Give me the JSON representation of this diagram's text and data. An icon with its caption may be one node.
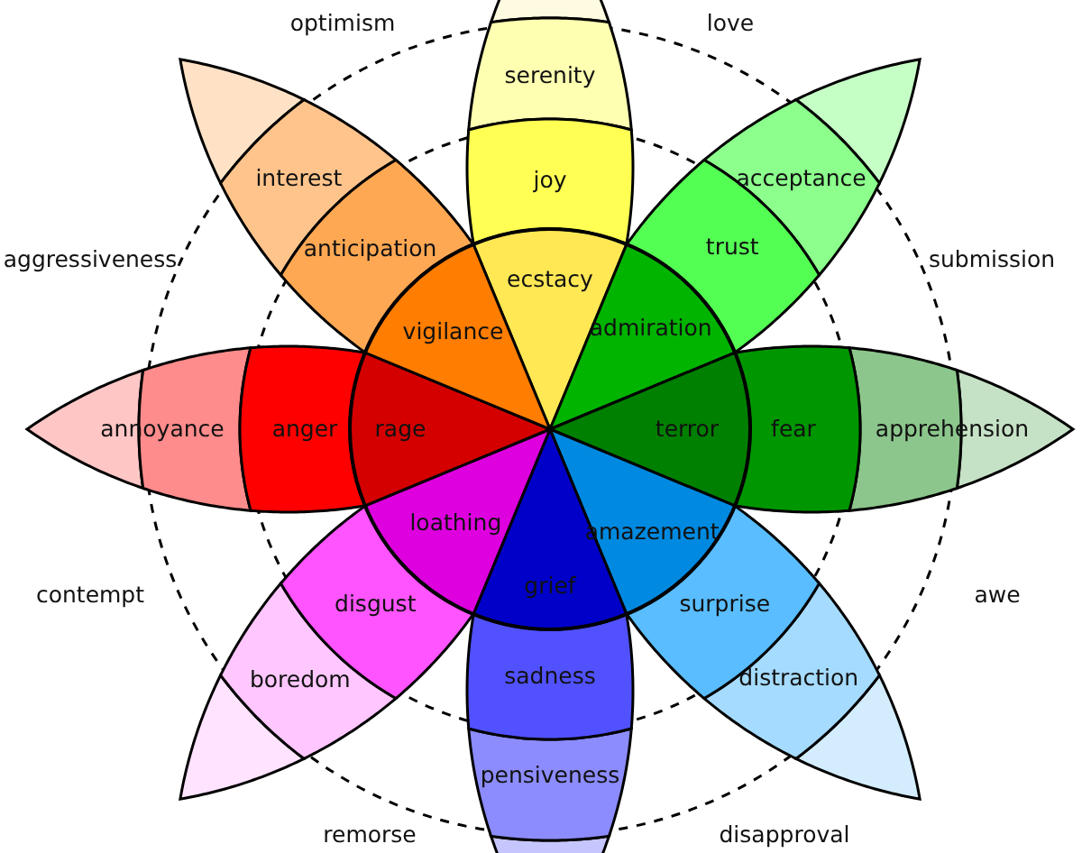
{
  "diagram": {
    "nodes": [
      {
        "text": [
          "serenity"
        ]
      },
      {
        "text": [
          "joy"
        ]
      },
      {
        "text": [
          "ecstacy"
        ]
      },
      {
        "text": [
          "acceptance"
        ]
      },
      {
        "text": [
          "trust"
        ]
      },
      {
        "text": [
          "admiration"
        ]
      },
      {
        "text": [
          "apprehension"
        ]
      },
      {
        "text": [
          "fear"
        ]
      },
      {
        "text": [
          "terror"
        ]
      },
      {
        "text": [
          "distraction"
        ]
      },
      {
        "text": [
          "surprise"
        ]
      },
      {
        "text": [
          "amazement"
        ]
      },
      {
        "text": [
          "pensiveness"
        ]
      },
      {
        "text": [
          "sadness"
        ]
      },
      {
        "text": [
          "grief"
        ]
      },
      {
        "text": [
          "boredom"
        ]
      },
      {
        "text": [
          "disgust"
        ]
      },
      {
        "text": [
          "loathing"
        ]
      },
      {
        "text": [
          "annoyance"
        ]
      },
      {
        "text": [
          "anger"
        ]
      },
      {
        "text": [
          "rage"
        ]
      },
      {
        "text": [
          "interest"
        ]
      },
      {
        "text": [
          "anticipation"
        ]
      },
      {
        "text": [
          "vigilance"
        ]
      }
    ],
    "labels": [
      "optimism",
      "love",
      "aggressiveness",
      "submission",
      "contempt",
      "awe",
      "remorse",
      "disapproval"
    ]
  }
}
